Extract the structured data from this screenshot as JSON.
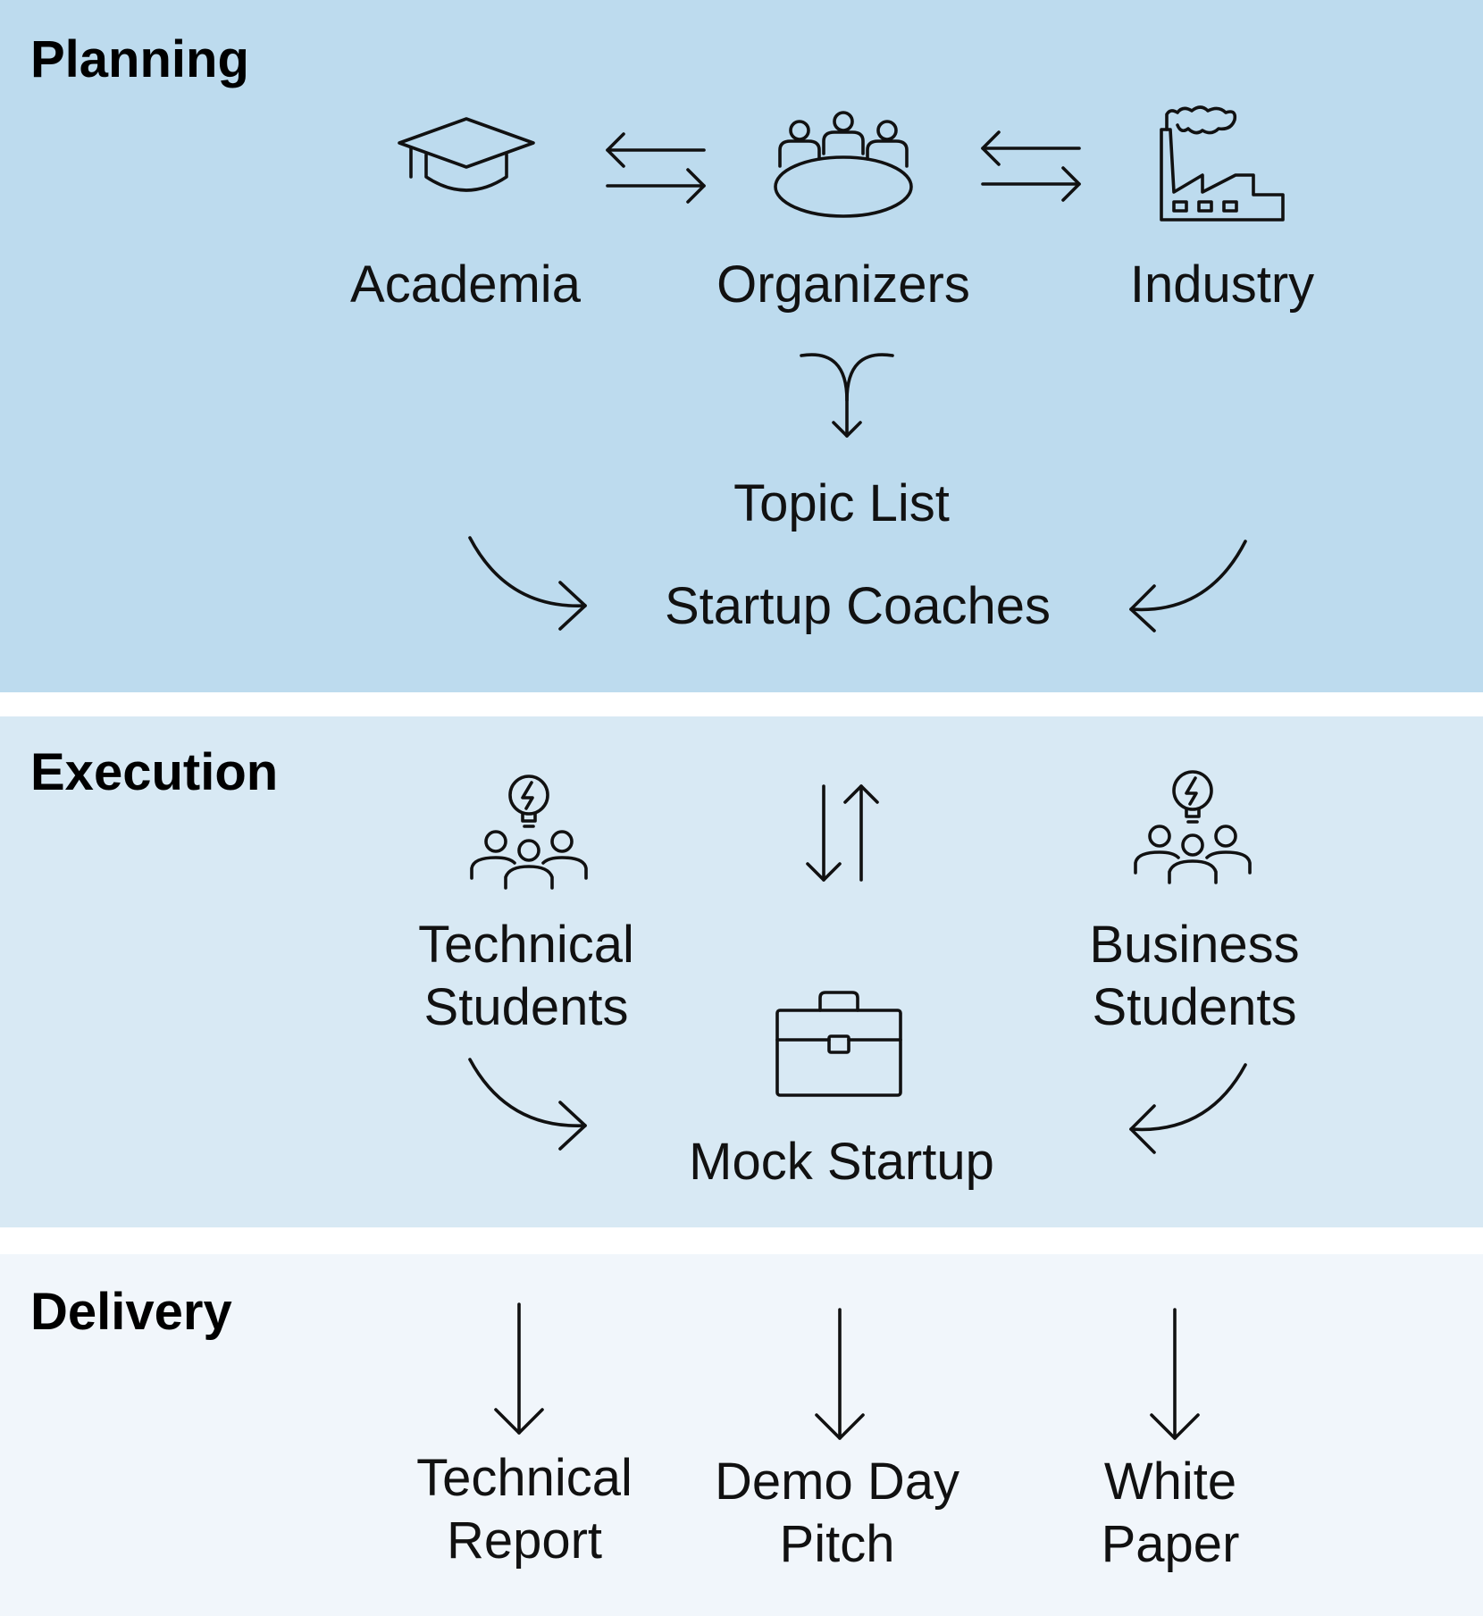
{
  "colors": {
    "planning_bg": "#bddbee",
    "execution_bg": "#d8e9f4",
    "delivery_bg": "#f1f6fb",
    "ink": "#111111"
  },
  "sections": {
    "planning": {
      "title": "Planning",
      "nodes": {
        "academia": {
          "label": "Academia",
          "icon": "graduation-cap-icon"
        },
        "organizers": {
          "label": "Organizers",
          "icon": "meeting-table-icon"
        },
        "industry": {
          "label": "Industry",
          "icon": "factory-icon"
        },
        "topic_list": {
          "label": "Topic List"
        },
        "startup_coaches": {
          "label": "Startup Coaches"
        }
      }
    },
    "execution": {
      "title": "Execution",
      "nodes": {
        "technical_students": {
          "line1": "Technical",
          "line2": "Students",
          "icon": "student-team-idea-icon"
        },
        "business_students": {
          "line1": "Business",
          "line2": "Students",
          "icon": "student-team-idea-icon"
        },
        "mock_startup": {
          "label": "Mock Startup",
          "icon": "briefcase-icon"
        }
      }
    },
    "delivery": {
      "title": "Delivery",
      "nodes": {
        "technical_report": {
          "line1": "Technical",
          "line2": "Report"
        },
        "demo_day_pitch": {
          "line1": "Demo Day",
          "line2": "Pitch"
        },
        "white_paper": {
          "line1": "White",
          "line2": "Paper"
        }
      }
    }
  }
}
